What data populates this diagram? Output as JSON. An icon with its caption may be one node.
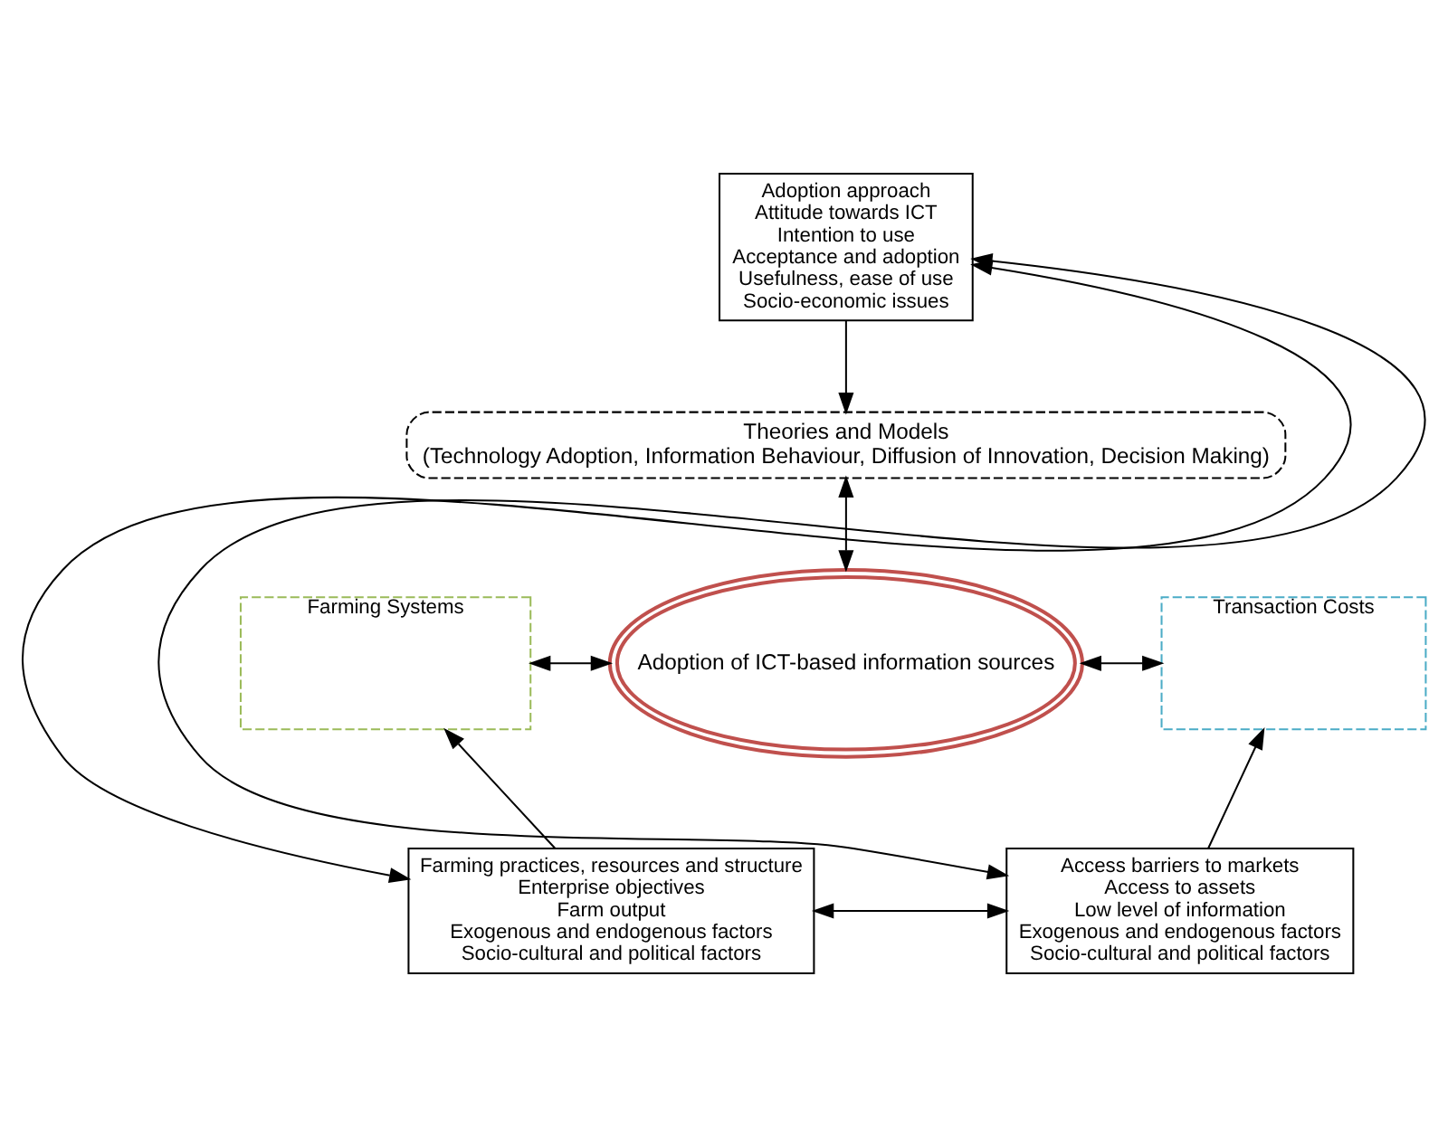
{
  "diagram": {
    "nodes": [
      {
        "text": [
          "Adoption approach",
          "Attitude towards ICT",
          "Intention to use",
          "Acceptance and adoption",
          "Usefulness, ease of use",
          "Socio-economic issues"
        ]
      },
      {
        "text": [
          "Theories and Models",
          "(Technology Adoption, Information Behaviour, Diffusion of Innovation, Decision Making)"
        ]
      },
      {
        "text": [
          "Farming Systems"
        ]
      },
      {
        "text": [
          "Adoption of ICT-based information sources"
        ]
      },
      {
        "text": [
          "Transaction Costs"
        ]
      },
      {
        "text": [
          "Farming practices, resources and structure",
          "Enterprise objectives",
          "Farm output",
          "Exogenous and endogenous factors",
          "Socio-cultural and political factors"
        ]
      },
      {
        "text": [
          "Access barriers to markets",
          "Access to assets",
          "Low level of information",
          "Exogenous and endogenous factors",
          "Socio-cultural and political factors"
        ]
      }
    ],
    "edges": [
      {
        "from": 0,
        "to": 1,
        "arrow": "to"
      },
      {
        "from": 1,
        "to": 3,
        "arrow": "both"
      },
      {
        "from": 2,
        "to": 3,
        "arrow": "both"
      },
      {
        "from": 3,
        "to": 4,
        "arrow": "both"
      },
      {
        "from": 5,
        "to": 2,
        "arrow": "to"
      },
      {
        "from": 6,
        "to": 4,
        "arrow": "to"
      },
      {
        "from": 0,
        "to": 5,
        "arrow": "both"
      },
      {
        "from": 0,
        "to": 6,
        "arrow": "both"
      },
      {
        "from": 5,
        "to": 6,
        "arrow": "both"
      }
    ]
  }
}
